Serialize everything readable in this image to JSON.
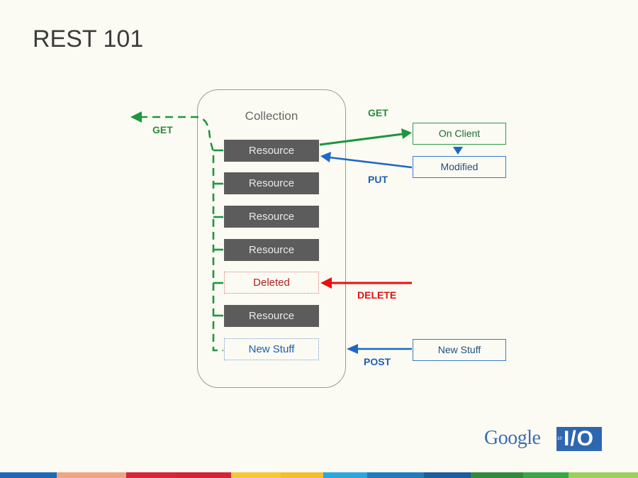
{
  "slide": {
    "title": "REST 101"
  },
  "collection": {
    "label": "Collection",
    "items": [
      {
        "label": "Resource",
        "kind": "resource"
      },
      {
        "label": "Resource",
        "kind": "resource"
      },
      {
        "label": "Resource",
        "kind": "resource"
      },
      {
        "label": "Resource",
        "kind": "resource"
      },
      {
        "label": "Deleted",
        "kind": "deleted"
      },
      {
        "label": "Resource",
        "kind": "resource"
      },
      {
        "label": "New Stuff",
        "kind": "new"
      }
    ]
  },
  "client": {
    "on_client": "On Client",
    "modified": "Modified",
    "new_stuff": "New Stuff"
  },
  "operations": {
    "get_collection": "GET",
    "get_resource": "GET",
    "put": "PUT",
    "delete": "DELETE",
    "post": "POST"
  },
  "colors": {
    "get": "#1e9640",
    "put": "#1d68c4",
    "delete": "#e81010",
    "post": "#1d68c4",
    "resource_fill": "#5c5c5c"
  },
  "logo": {
    "brand": "Google",
    "mark": "I/O",
    "edition": "10"
  },
  "footer_stripe_colors": [
    "#1a6ab8",
    "#f0a582",
    "#d9243a",
    "#d42332",
    "#f5c835",
    "#f5c835",
    "#27a8e0",
    "#1e7cc0",
    "#1e7cc0",
    "#185ea0",
    "#2e8c3c",
    "#36a848",
    "#9bd05a"
  ]
}
